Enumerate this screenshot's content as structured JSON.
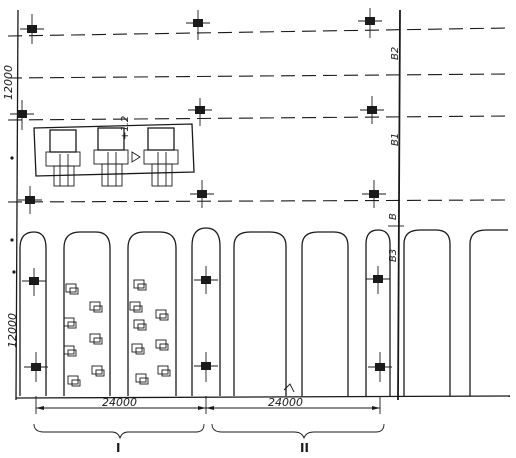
{
  "dimensions": {
    "left_upper": "12000",
    "left_lower": "12000",
    "bottom_span_1": "24000",
    "bottom_span_2": "24000"
  },
  "elevation": "+1.2",
  "row_labels": {
    "b2": "B2",
    "b1": "B1",
    "b": "B",
    "b3": "B3"
  },
  "sections": {
    "first": "I",
    "second": "II"
  },
  "ink_color": "#1a1a1a"
}
